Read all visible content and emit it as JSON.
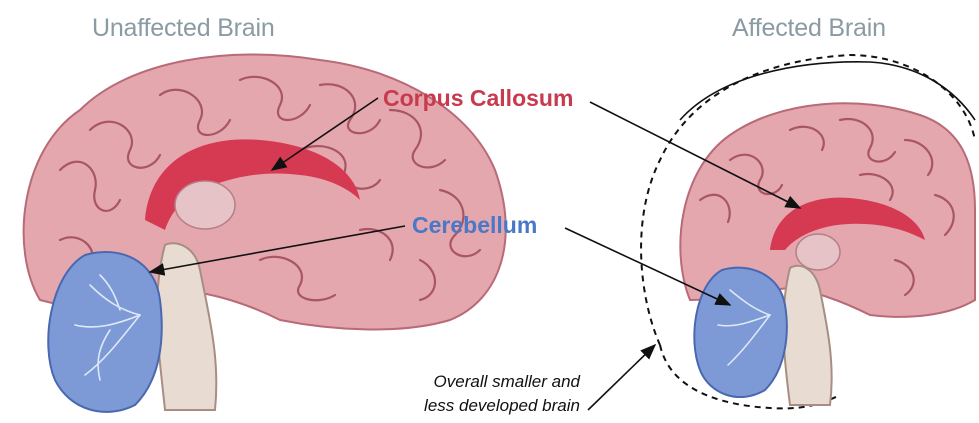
{
  "headings": {
    "left": "Unaffected Brain",
    "right": "Affected Brain"
  },
  "labels": {
    "corpus_callosum": "Corpus Callosum",
    "cerebellum": "Cerebellum",
    "note_line1": "Overall smaller and",
    "note_line2": "less developed brain"
  },
  "colors": {
    "heading": "#8a9ba4",
    "corpus_callosum": "#c83a4e",
    "cerebellum": "#4a78c8",
    "cerebrum": "#e4a7ae",
    "gyri_lines": "#a85564",
    "cerebellum_fill": "#7d9ad6",
    "brainstem": "#e8dcd2",
    "arrows": "#111111"
  }
}
